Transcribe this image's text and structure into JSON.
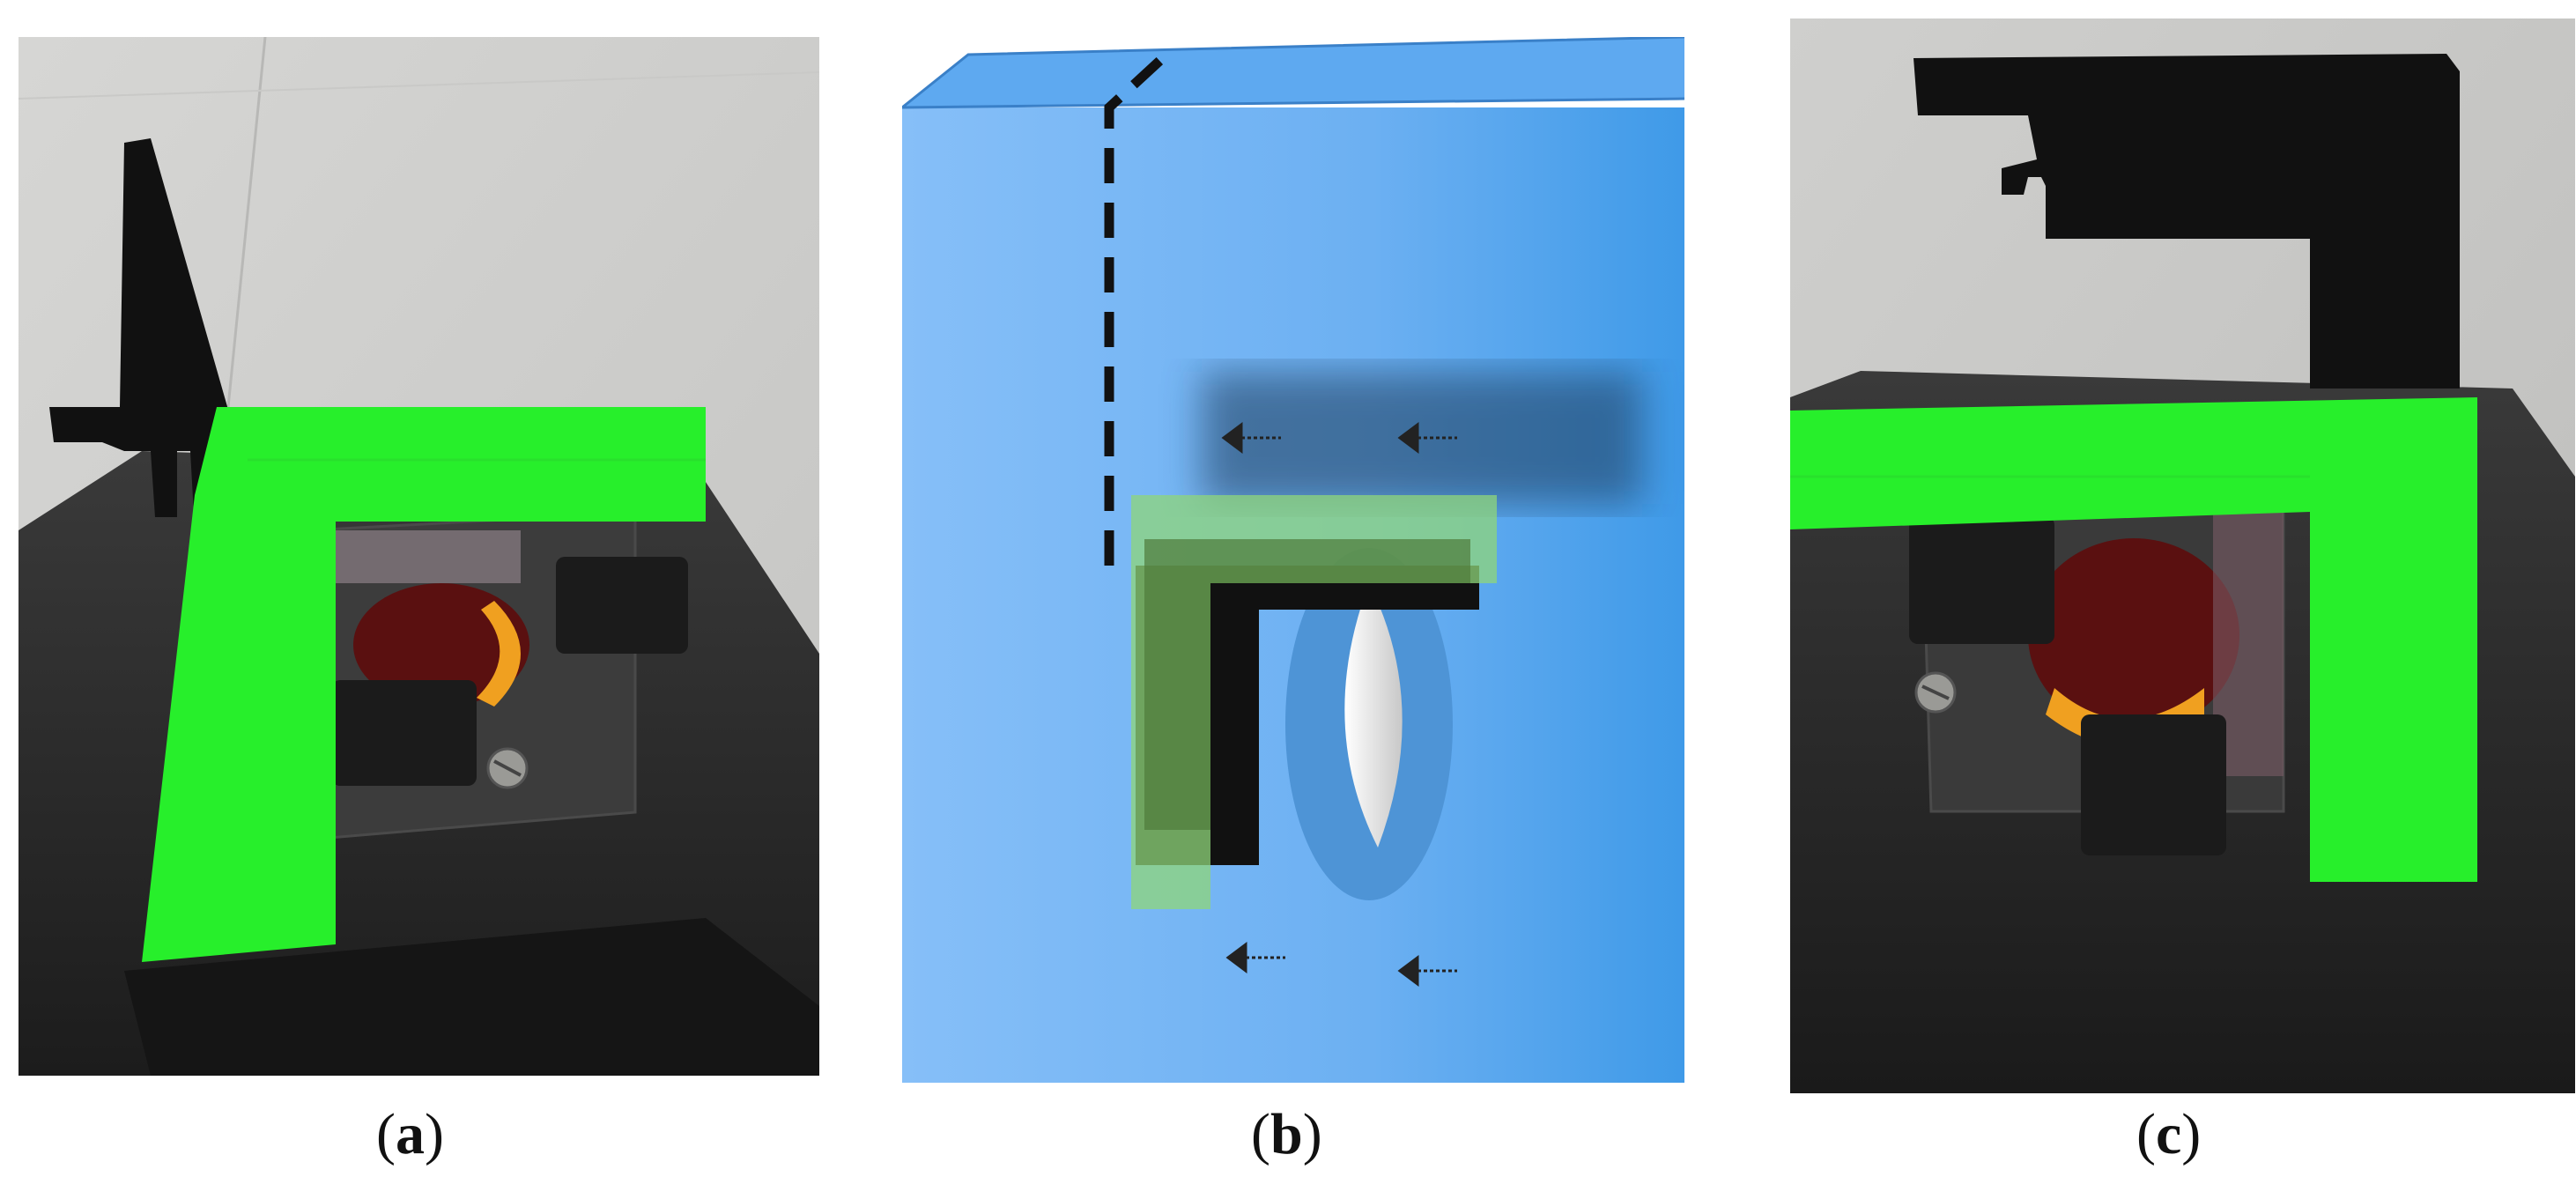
{
  "captions": [
    {
      "letter": "a"
    },
    {
      "letter": "b"
    },
    {
      "letter": "c"
    }
  ],
  "colors": {
    "tape_green": "#27ef2b",
    "diagram_blue": "#5aa8f0",
    "fixture_black": "#111111",
    "mount_dark": "#2a2a2a",
    "lens_orange": "#f0a020"
  },
  "icons": [
    "screw-icon",
    "velcro-pad",
    "alignment-bracket"
  ]
}
